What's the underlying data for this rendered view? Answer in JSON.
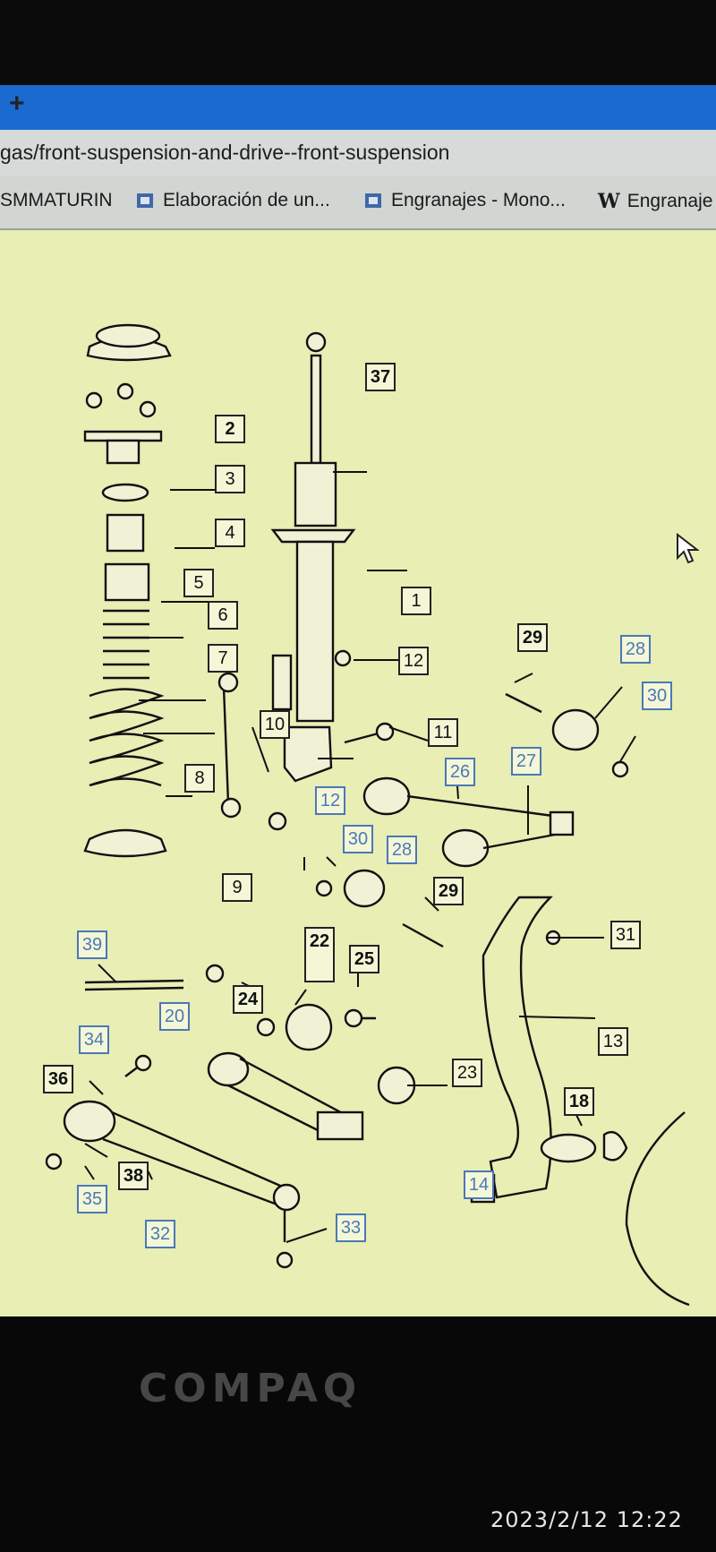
{
  "browser": {
    "new_tab": "+",
    "url": "gas/front-suspension-and-drive--front-suspension",
    "bookmarks": [
      {
        "label": "SMMATURIN",
        "icon": "none"
      },
      {
        "label": "Elaboración de un...",
        "icon": "page-favicon"
      },
      {
        "label": "Engranajes - Mono...",
        "icon": "page-favicon"
      },
      {
        "label": "Engranaje",
        "icon": "wikipedia-favicon",
        "fav_text": "W"
      }
    ]
  },
  "parts": {
    "p1": "1",
    "p2": "2",
    "p3": "3",
    "p4": "4",
    "p5": "5",
    "p6": "6",
    "p7": "7",
    "p8": "8",
    "p9": "9",
    "p10": "10",
    "p11": "11",
    "p12a": "12",
    "p12b": "12",
    "p13": "13",
    "p14": "14",
    "p18": "18",
    "p20": "20",
    "p22": "22",
    "p23": "23",
    "p24": "24",
    "p25": "25",
    "p26": "26",
    "p27": "27",
    "p28a": "28",
    "p28b": "28",
    "p29a": "29",
    "p29b": "29",
    "p30a": "30",
    "p30b": "30",
    "p31": "31",
    "p32": "32",
    "p33": "33",
    "p34": "34",
    "p35": "35",
    "p36": "36",
    "p37": "37",
    "p38": "38",
    "p39": "39"
  },
  "laptop": {
    "brand": "COMPAQ"
  },
  "photo": {
    "timestamp": "2023/2/12 12:22"
  }
}
